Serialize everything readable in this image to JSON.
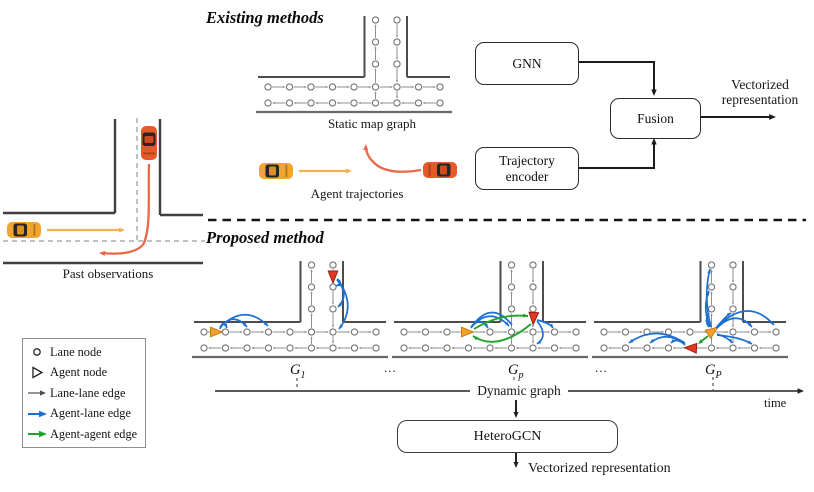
{
  "titles": {
    "existing": "Existing methods",
    "proposed": "Proposed method"
  },
  "past_scene": {
    "caption": "Past observations"
  },
  "existing_section": {
    "static_map_caption": "Static map graph",
    "agent_traj_caption": "Agent trajectories",
    "gnn_label": "GNN",
    "trajectory_encoder_label": "Trajectory encoder",
    "fusion_label": "Fusion",
    "output_text": "Vectorized representation"
  },
  "proposed_section": {
    "graphs": [
      {
        "label": "G",
        "sub": "1"
      },
      {
        "label": "G",
        "sub": "p"
      },
      {
        "label": "G",
        "sub": "P"
      }
    ],
    "ellipsis": "...",
    "axis_label": "Dynamic graph",
    "time_label": "time",
    "box_label": "HeteroGCN",
    "output_text": "Vectorized representation"
  },
  "legend": {
    "items": [
      {
        "icon": "lane-node-icon",
        "label": "Lane node"
      },
      {
        "icon": "agent-node-icon",
        "label": "Agent node"
      },
      {
        "icon": "lane-lane-edge-icon",
        "label": "Lane-lane edge"
      },
      {
        "icon": "agent-lane-edge-icon",
        "label": "Agent-lane edge"
      },
      {
        "icon": "agent-agent-edge-icon",
        "label": "Agent-agent edge"
      }
    ]
  },
  "colors": {
    "blue": "#1c6fd1",
    "green": "#1fa32c",
    "orange_agent": "#f2a12f",
    "orange_agent_stroke": "#c47d12",
    "red_agent": "#e23920",
    "red_agent_stroke": "#9a1d10",
    "yellow_car": "#f1a42f",
    "orange_car": "#e55a28",
    "yellow_arrow": "#f3b14e",
    "orange_arrow": "#e8694a",
    "lane_edge": "#8f8f8f",
    "lane_node_stroke": "#757575",
    "road": "#3f3f3f",
    "graph_road": "#4c4c4c",
    "graph_base": "#686868",
    "divider": "#151515",
    "arrow_black": "#1c1c1c"
  }
}
